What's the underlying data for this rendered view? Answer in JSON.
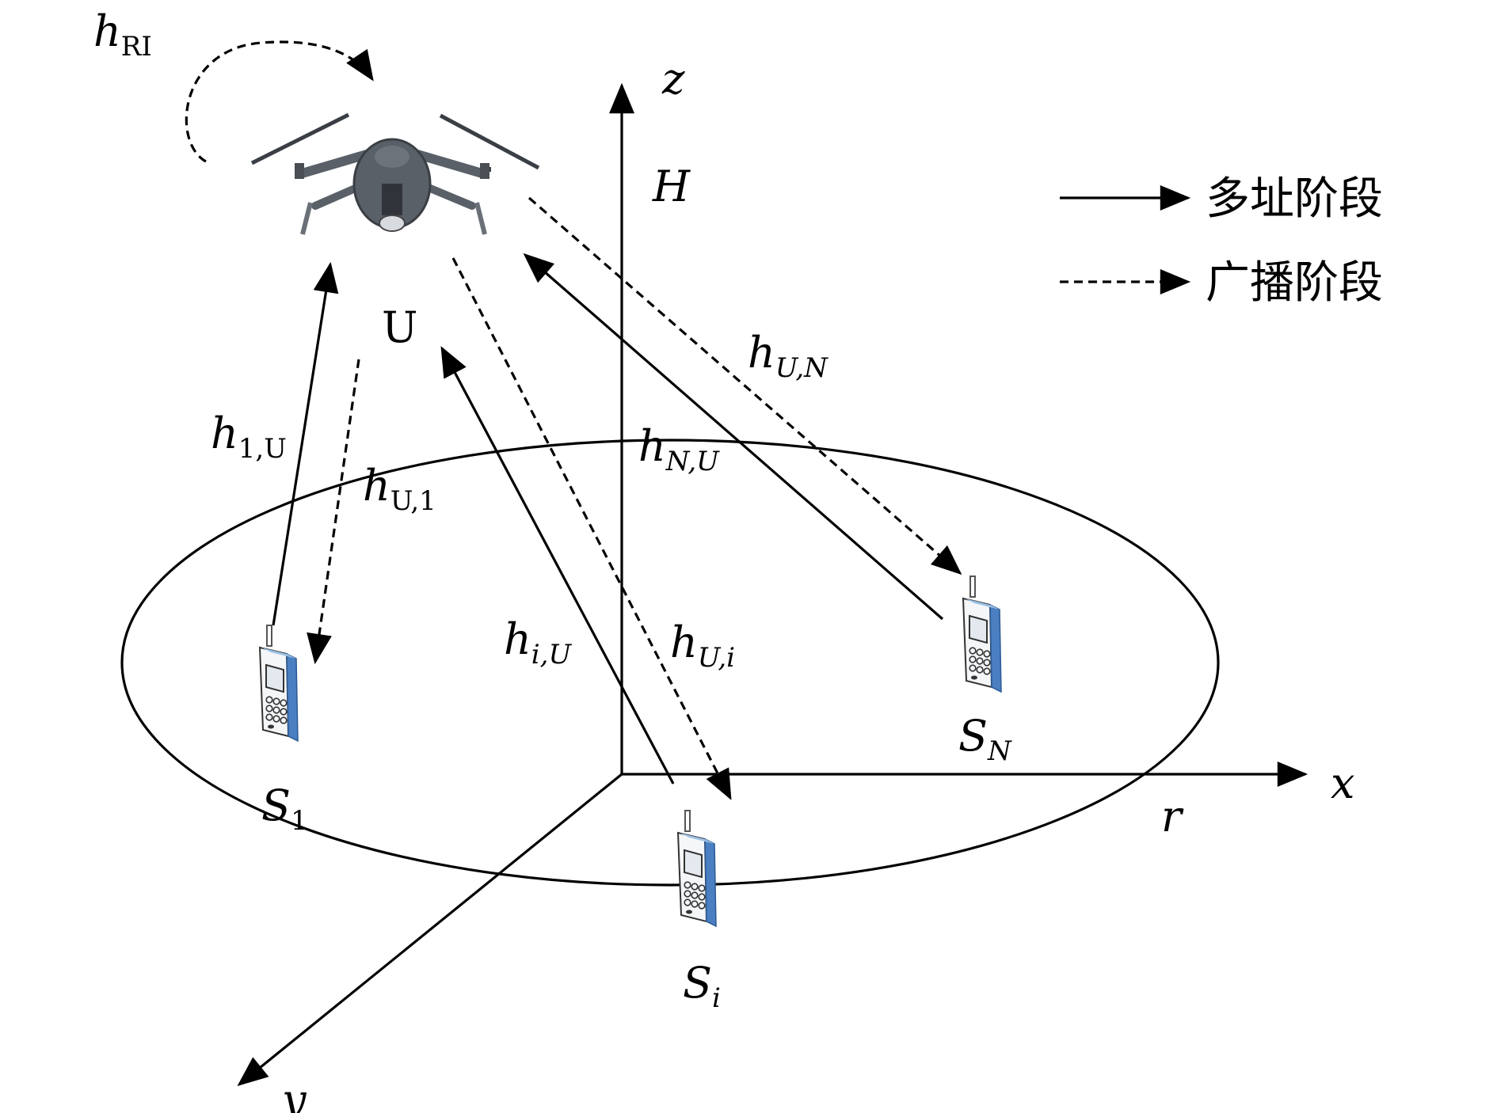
{
  "axes": {
    "x": "x",
    "y": "y",
    "z": "z",
    "height_label": "H",
    "radius_label": "r"
  },
  "uav": {
    "label": "U",
    "self_interference": {
      "base": "h",
      "sub": "RI"
    }
  },
  "users": {
    "s1": {
      "base": "S",
      "sub": "1"
    },
    "si": {
      "base": "S",
      "sub": "i"
    },
    "sn": {
      "base": "S",
      "sub": "N"
    }
  },
  "channels": {
    "h1U": {
      "base": "h",
      "sub": "1,U"
    },
    "hU1": {
      "base": "h",
      "sub": "U,1"
    },
    "hiU": {
      "base": "h",
      "sub": "i,U"
    },
    "hUi": {
      "base": "h",
      "sub": "U,i"
    },
    "hNU": {
      "base": "h",
      "sub": "N,U"
    },
    "hUN": {
      "base": "h",
      "sub": "U,N"
    }
  },
  "legend": {
    "solid_label": "多址阶段",
    "dashed_label": "广播阶段"
  },
  "colors": {
    "line": "#000000",
    "drone_body": "#5a6068",
    "phone_edge": "#4a7fc1"
  }
}
